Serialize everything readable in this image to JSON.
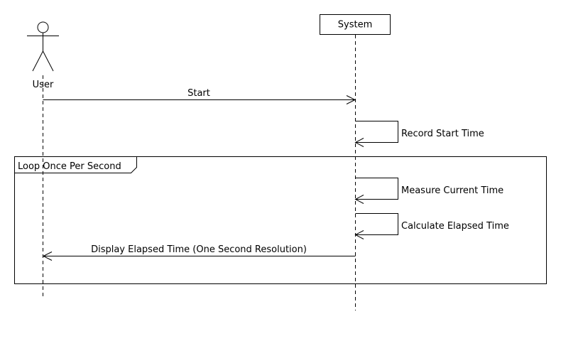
{
  "participants": {
    "user": {
      "label": "User"
    },
    "system": {
      "label": "System"
    }
  },
  "fragment": {
    "label": "Loop Once Per Second"
  },
  "messages": [
    {
      "label": "Start",
      "from": "user",
      "to": "system"
    },
    {
      "label": "Record Start Time",
      "from": "system",
      "to": "system"
    },
    {
      "label": "Measure Current Time",
      "from": "system",
      "to": "system"
    },
    {
      "label": "Calculate Elapsed Time",
      "from": "system",
      "to": "system"
    },
    {
      "label": "Display Elapsed Time (One Second Resolution)",
      "from": "system",
      "to": "user"
    }
  ],
  "colors": {
    "line": "#000000",
    "background": "#ffffff"
  }
}
